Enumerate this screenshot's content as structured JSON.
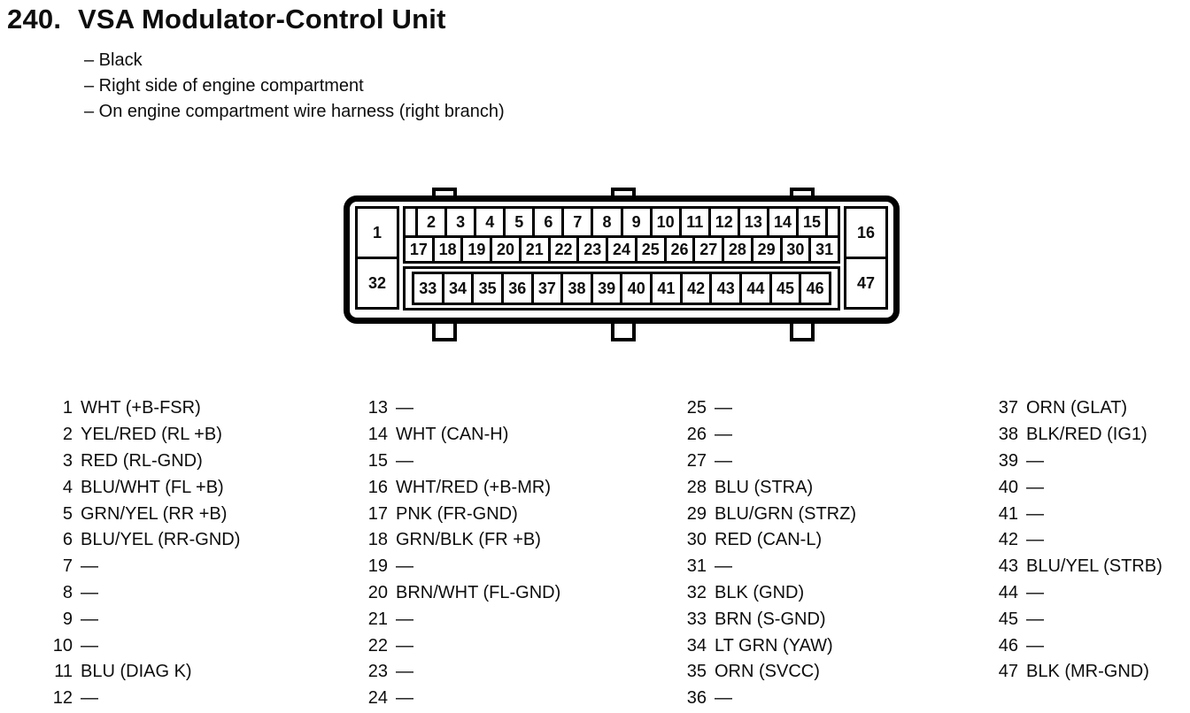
{
  "page": {
    "heading": {
      "number": "240.",
      "title": "VSA Modulator-Control Unit"
    },
    "notes": [
      "– Black",
      "– Right side of engine compartment",
      "– On engine compartment wire harness (right branch)"
    ]
  },
  "connector": {
    "corner_pins": {
      "top_left": "1",
      "top_right": "16",
      "bottom_left": "32",
      "bottom_right": "47"
    },
    "top_row": [
      "2",
      "3",
      "4",
      "5",
      "6",
      "7",
      "8",
      "9",
      "10",
      "11",
      "12",
      "13",
      "14",
      "15"
    ],
    "middle_row": [
      "17",
      "18",
      "19",
      "20",
      "21",
      "22",
      "23",
      "24",
      "25",
      "26",
      "27",
      "28",
      "29",
      "30",
      "31"
    ],
    "bottom_row": [
      "33",
      "34",
      "35",
      "36",
      "37",
      "38",
      "39",
      "40",
      "41",
      "42",
      "43",
      "44",
      "45",
      "46"
    ]
  },
  "pin_table": {
    "columns": [
      {
        "pins": [
          {
            "num": "1",
            "label": "WHT (+B-FSR)"
          },
          {
            "num": "2",
            "label": "YEL/RED (RL +B)"
          },
          {
            "num": "3",
            "label": "RED (RL-GND)"
          },
          {
            "num": "4",
            "label": "BLU/WHT (FL +B)"
          },
          {
            "num": "5",
            "label": "GRN/YEL (RR +B)"
          },
          {
            "num": "6",
            "label": "BLU/YEL (RR-GND)"
          },
          {
            "num": "7",
            "label": "—"
          },
          {
            "num": "8",
            "label": "—"
          },
          {
            "num": "9",
            "label": "—"
          },
          {
            "num": "10",
            "label": "—"
          },
          {
            "num": "11",
            "label": "BLU (DIAG K)"
          },
          {
            "num": "12",
            "label": "—"
          }
        ]
      },
      {
        "pins": [
          {
            "num": "13",
            "label": "—"
          },
          {
            "num": "14",
            "label": "WHT (CAN-H)"
          },
          {
            "num": "15",
            "label": "—"
          },
          {
            "num": "16",
            "label": "WHT/RED (+B-MR)"
          },
          {
            "num": "17",
            "label": "PNK (FR-GND)"
          },
          {
            "num": "18",
            "label": "GRN/BLK (FR +B)"
          },
          {
            "num": "19",
            "label": "—"
          },
          {
            "num": "20",
            "label": "BRN/WHT (FL-GND)"
          },
          {
            "num": "21",
            "label": "—"
          },
          {
            "num": "22",
            "label": "—"
          },
          {
            "num": "23",
            "label": "—"
          },
          {
            "num": "24",
            "label": "—"
          }
        ]
      },
      {
        "pins": [
          {
            "num": "25",
            "label": "—"
          },
          {
            "num": "26",
            "label": "—"
          },
          {
            "num": "27",
            "label": "—"
          },
          {
            "num": "28",
            "label": "BLU (STRA)"
          },
          {
            "num": "29",
            "label": "BLU/GRN (STRZ)"
          },
          {
            "num": "30",
            "label": "RED (CAN-L)"
          },
          {
            "num": "31",
            "label": "—"
          },
          {
            "num": "32",
            "label": "BLK (GND)"
          },
          {
            "num": "33",
            "label": "BRN (S-GND)"
          },
          {
            "num": "34",
            "label": "LT GRN (YAW)"
          },
          {
            "num": "35",
            "label": "ORN (SVCC)"
          },
          {
            "num": "36",
            "label": "—"
          }
        ]
      },
      {
        "pins": [
          {
            "num": "37",
            "label": "ORN (GLAT)"
          },
          {
            "num": "38",
            "label": "BLK/RED (IG1)"
          },
          {
            "num": "39",
            "label": "—"
          },
          {
            "num": "40",
            "label": "—"
          },
          {
            "num": "41",
            "label": "—"
          },
          {
            "num": "42",
            "label": "—"
          },
          {
            "num": "43",
            "label": "BLU/YEL (STRB)"
          },
          {
            "num": "44",
            "label": "—"
          },
          {
            "num": "45",
            "label": "—"
          },
          {
            "num": "46",
            "label": "—"
          },
          {
            "num": "47",
            "label": "BLK (MR-GND)"
          }
        ]
      }
    ]
  }
}
